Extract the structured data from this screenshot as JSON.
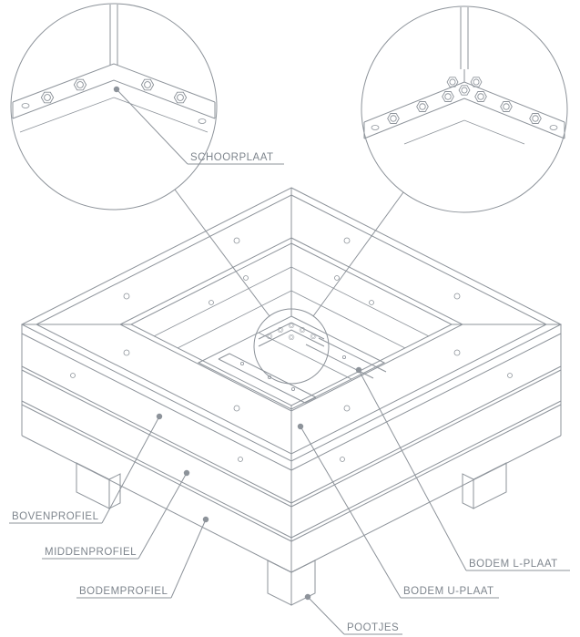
{
  "diagram": {
    "type": "technical-assembly-drawing",
    "subject": "planter-box-exploded-callouts",
    "labels": {
      "schoorplaat": "SCHOORPLAAT",
      "bovenprofiel": "BOVENPROFIEL",
      "middenprofiel": "MIDDENPROFIEL",
      "bodemprofiel": "BODEMPROFIEL",
      "bodem_l_plaat": "BODEM L-PLAAT",
      "bodem_u_plaat": "BODEM U-PLAAT",
      "pootjes": "POOTJES"
    },
    "colors": {
      "line": "#8d939a",
      "text": "#7e858d",
      "background": "#ffffff"
    }
  }
}
